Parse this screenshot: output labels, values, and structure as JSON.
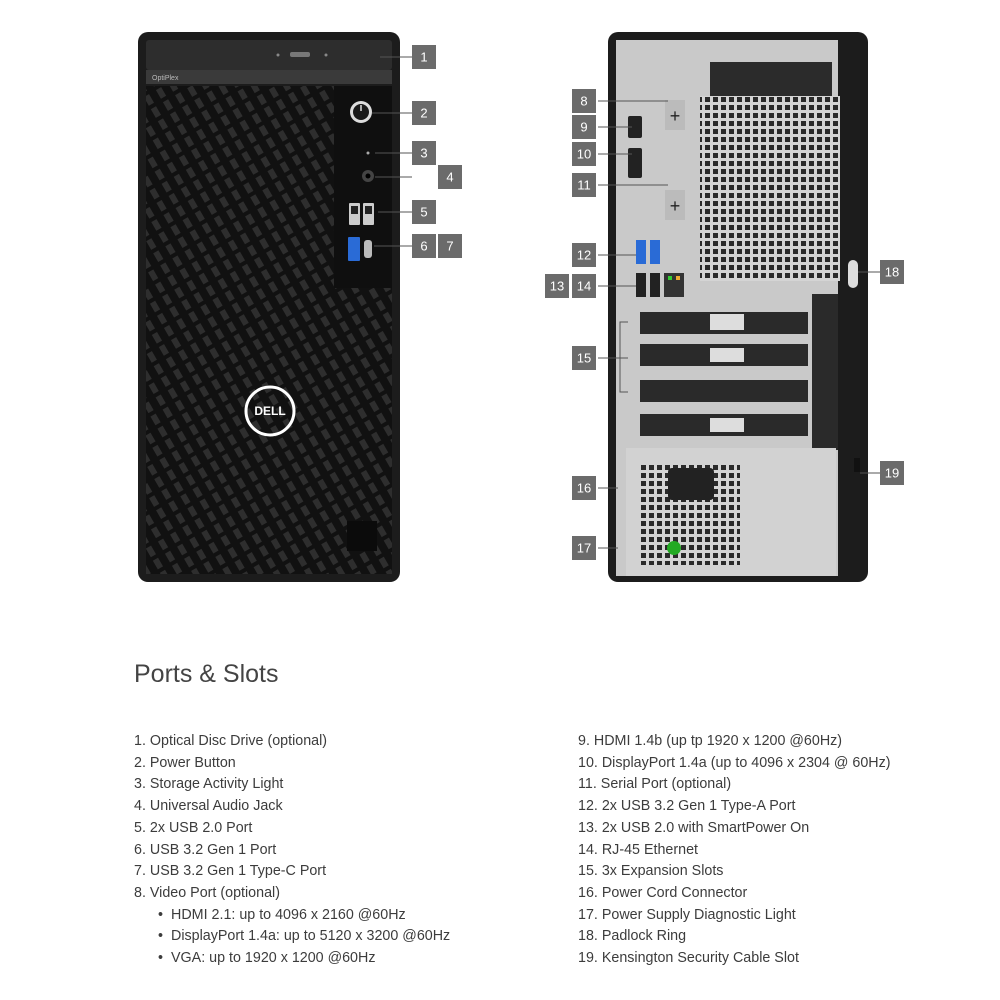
{
  "logo_text": "DELL",
  "brand_label": "OptiPlex",
  "callouts": [
    "1",
    "2",
    "3",
    "4",
    "5",
    "6",
    "7",
    "8",
    "9",
    "10",
    "11",
    "12",
    "13",
    "14",
    "15",
    "16",
    "17",
    "18",
    "19"
  ],
  "section_title": "Ports & Slots",
  "ports_left": [
    "1. Optical Disc Drive (optional)",
    "2. Power Button",
    "3. Storage Activity Light",
    "4. Universal Audio Jack",
    "5. 2x USB 2.0 Port",
    "6. USB 3.2 Gen 1 Port",
    "7. USB 3.2 Gen 1 Type-C Port",
    "8. Video Port (optional)"
  ],
  "video_port_options": [
    "HDMI 2.1: up to 4096 x 2160 @60Hz",
    "DisplayPort 1.4a: up to 5120 x 3200 @60Hz",
    "VGA: up to 1920 x 1200 @60Hz"
  ],
  "ports_right": [
    "9. HDMI 1.4b (up tp 1920 x 1200 @60Hz)",
    "10. DisplayPort 1.4a (up to 4096 x 2304 @ 60Hz)",
    "11. Serial Port (optional)",
    "12. 2x USB 3.2 Gen 1 Type-A Port",
    "13. 2x USB 2.0 with SmartPower On",
    "14. RJ-45 Ethernet",
    "15. 3x Expansion Slots",
    "16. Power Cord Connector",
    "17. Power Supply Diagnostic Light",
    "18. Padlock Ring",
    "19. Kensington Security Cable Slot"
  ],
  "colors": {
    "chassis": "#1c1c1c",
    "rear_panel": "#c9c9c9",
    "callout_bg": "#6b6b6b",
    "usb3_blue": "#2a6bd6"
  }
}
